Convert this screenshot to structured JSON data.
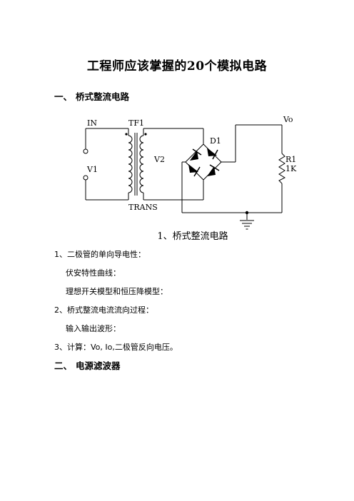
{
  "title": "工程师应该掌握的20个模拟电路",
  "section1": {
    "num": "一、",
    "label": "桥式整流电路"
  },
  "circuit": {
    "label_in": "IN",
    "label_v1": "V1",
    "label_tf1": "TF1",
    "label_trans": "TRANS",
    "label_v2": "V2",
    "label_d1": "D1",
    "label_vo": "Vo",
    "label_r1": "R1",
    "label_r1_value": "1K"
  },
  "caption": "1、桥式整流电路",
  "items": [
    "1、二极管的单向导电性：",
    "伏安特性曲线：",
    "理想开关模型和恒压降模型：",
    "2、桥式整流电流流向过程：",
    "输入输出波形：",
    "3、计算：Vo, Io,二极管反向电压。"
  ],
  "section2": {
    "num": "二、",
    "label": "电源滤波器"
  }
}
